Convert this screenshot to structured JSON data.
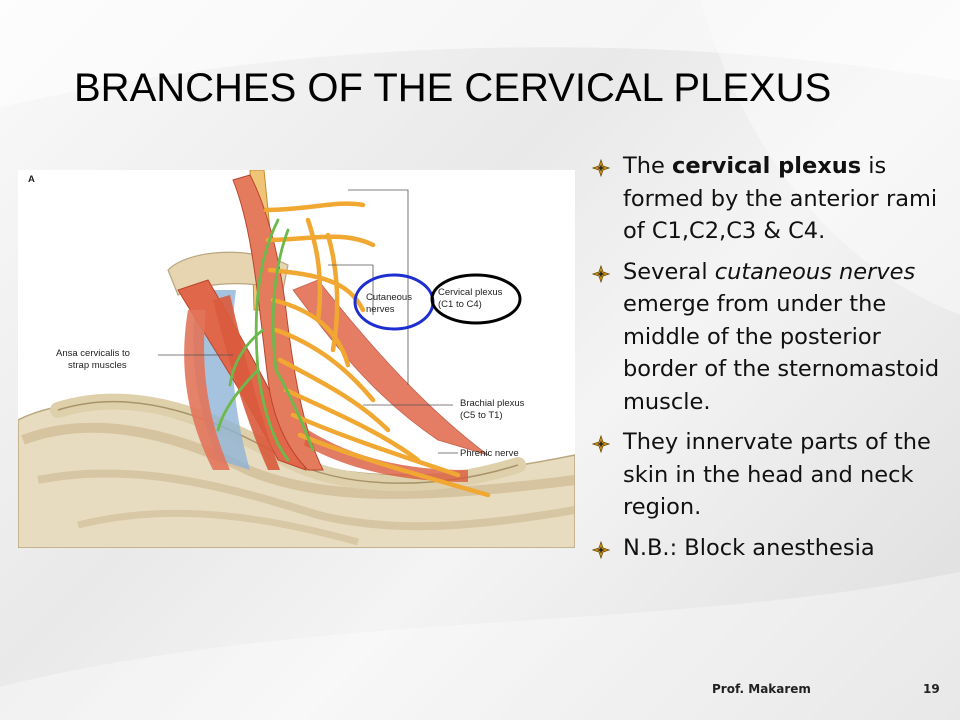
{
  "slide": {
    "title": "BRANCHES OF THE CERVICAL PLEXUS",
    "footer_author": "Prof. Makarem",
    "page_number": "19"
  },
  "figure": {
    "panel_letter": "A",
    "labels": {
      "cutaneous_1": "Cutaneous",
      "cutaneous_2": "nerves",
      "cervical_1": "Cervical plexus",
      "cervical_2": "(C1 to C4)",
      "ansa_1": "Ansa cervicalis to",
      "ansa_2": "strap muscles",
      "brachial_1": "Brachial plexus",
      "brachial_2": "(C5 to T1)",
      "phrenic": "Phrenic nerve"
    },
    "colors": {
      "muscle": "#e0674a",
      "nerve": "#f0a832",
      "ansa_nerve": "#6cb94c",
      "bone": "#e8dcc0",
      "cartilage": "#8fb3d6",
      "cutaneous_circle": "#1d2fd0",
      "cervical_circle": "#000000"
    }
  },
  "bullets": [
    {
      "pre": "The ",
      "bold": "cervical plexus",
      "post": " is formed by the anterior rami of C1,C2,C3 & C4."
    },
    {
      "pre": "Several ",
      "italic": "cutaneous nerves",
      "post": " emerge from under the middle of the  posterior border of the sternomastoid muscle."
    },
    {
      "text": "They innervate parts of the skin in the head and neck region."
    },
    {
      "text": "N.B.: Block anesthesia"
    }
  ],
  "bullet_icon": "sparkle-bullet-icon"
}
